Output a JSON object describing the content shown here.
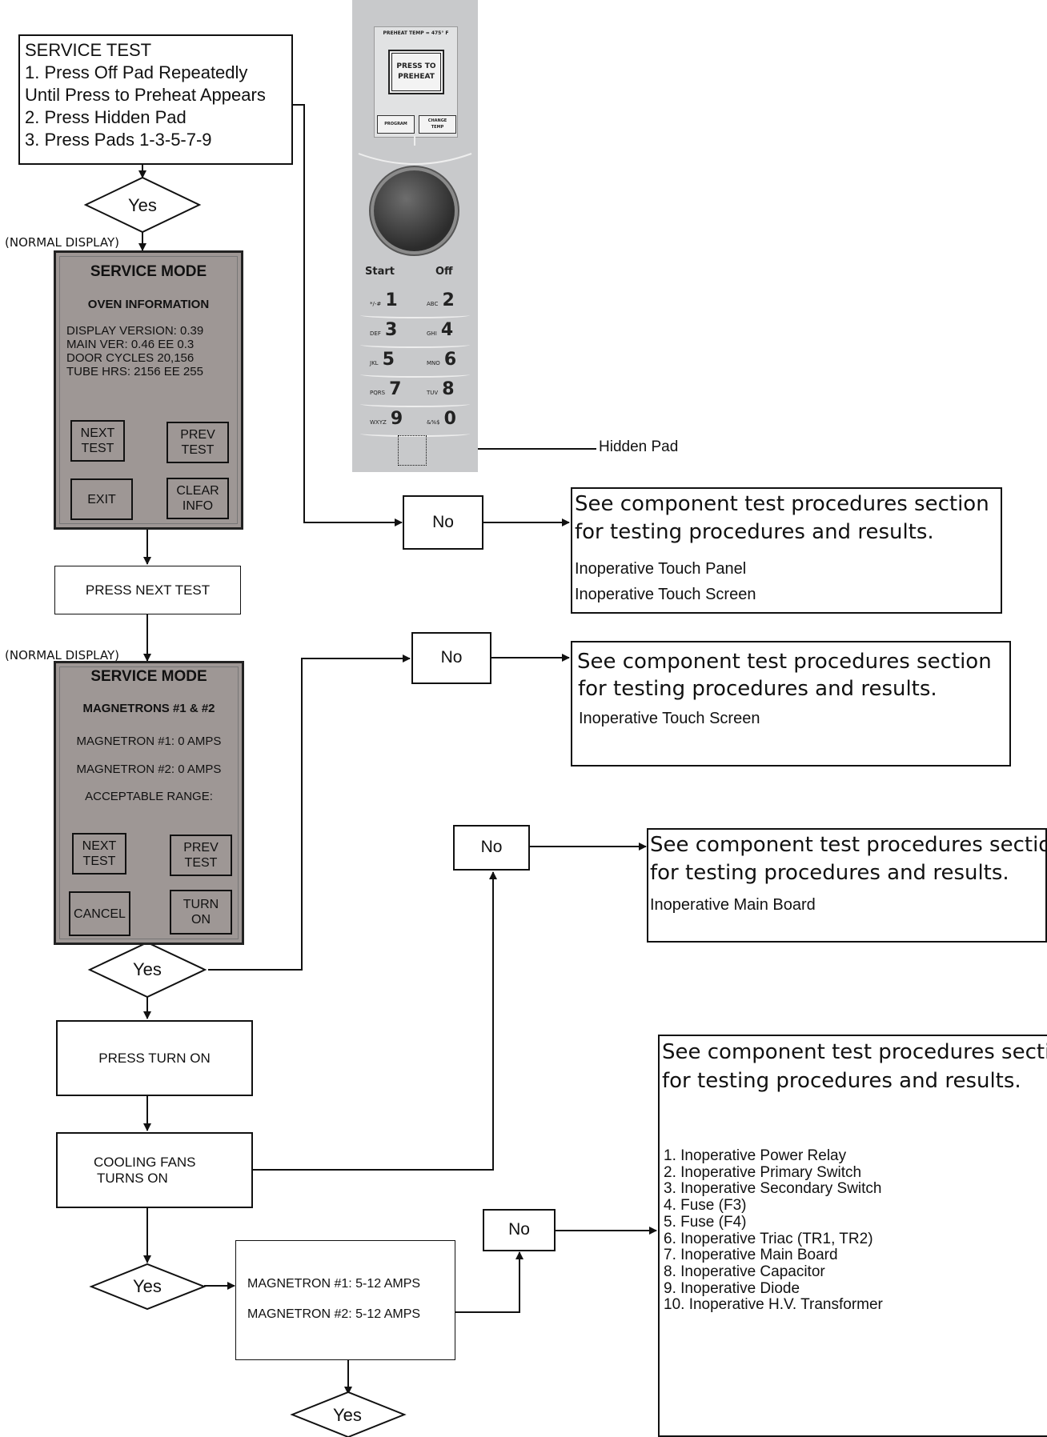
{
  "service_test": {
    "title": "SERVICE TEST",
    "step1a": "1.  Press Off Pad Repeatedly",
    "step1b": "Until Press to Preheat Appears",
    "step2": "2.  Press Hidden Pad",
    "step3": "3.  Press Pads 1-3-5-7-9"
  },
  "decisions": {
    "yes": "Yes",
    "no": "No"
  },
  "normal_display": "(NORMAL DISPLAY)",
  "screen1": {
    "title": "SERVICE MODE",
    "subtitle": "OVEN INFORMATION",
    "line1": "DISPLAY VERSION: 0.39",
    "line2": "MAIN VER: 0.46 EE 0.3",
    "line3": "DOOR CYCLES 20,156",
    "line4": "TUBE HRS: 2156 EE 255",
    "btn_next": "NEXT\nTEST",
    "btn_prev": "PREV\nTEST",
    "btn_exit": "EXIT",
    "btn_clear": "CLEAR\nINFO"
  },
  "press_next_test": "PRESS NEXT TEST",
  "screen2": {
    "title": "SERVICE MODE",
    "subtitle": "MAGNETRONS #1 & #2",
    "line1": "MAGNETRON #1: 0 AMPS",
    "line2": "MAGNETRON #2: 0 AMPS",
    "line3": "ACCEPTABLE RANGE:",
    "btn_next": "NEXT\nTEST",
    "btn_prev": "PREV\nTEST",
    "btn_cancel": "CANCEL",
    "btn_turnon": "TURN\nON"
  },
  "press_turn_on": "PRESS TURN ON",
  "cooling_fans": {
    "line1": "COOLING FANS",
    "line2": "TURNS ON"
  },
  "magnetron_box": {
    "line1": "MAGNETRON #1: 5-12 AMPS",
    "line2": "MAGNETRON #2: 5-12 AMPS"
  },
  "hidden_pad": "Hidden Pad",
  "control_panel": {
    "preheat_temp": "PREHEAT TEMP = 475° F",
    "press_to": "PRESS TO",
    "preheat": "PREHEAT",
    "program": "PROGRAM",
    "change": "CHANGE",
    "temp": "TEMP",
    "start": "Start",
    "off": "Off",
    "keys": [
      {
        "left_sm": "*/-#",
        "left": "1",
        "right_sm": "ABC",
        "right": "2"
      },
      {
        "left_sm": "DEF",
        "left": "3",
        "right_sm": "GHI",
        "right": "4"
      },
      {
        "left_sm": "JKL",
        "left": "5",
        "right_sm": "MNO",
        "right": "6"
      },
      {
        "left_sm": "PQRS",
        "left": "7",
        "right_sm": "TUV",
        "right": "8"
      },
      {
        "left_sm": "WXYZ",
        "left": "9",
        "right_sm": "&%$",
        "right": "0"
      }
    ]
  },
  "result1": {
    "line1": "See component test procedures section",
    "line2": "for testing procedures and results.",
    "item1": "Inoperative Touch Panel",
    "item2": "Inoperative Touch Screen"
  },
  "result2": {
    "line1": "See component test procedures section",
    "line2": "for testing procedures and results.",
    "item1": "Inoperative Touch Screen"
  },
  "result3": {
    "line1": "See component test procedures section",
    "line2": "for testing procedures and results.",
    "item1": "Inoperative Main Board"
  },
  "result4": {
    "line1": "See component test procedures section",
    "line2": "for testing procedures and results.",
    "items": [
      "1.   Inoperative Power Relay",
      "2.   Inoperative Primary Switch",
      "3.   Inoperative Secondary Switch",
      "4.   Fuse (F3)",
      "5.   Fuse (F4)",
      "6.   Inoperative Triac (TR1, TR2)",
      "7.   Inoperative Main Board",
      "8.   Inoperative Capacitor",
      "9.   Inoperative Diode",
      "10. Inoperative  H.V. Transformer"
    ]
  }
}
